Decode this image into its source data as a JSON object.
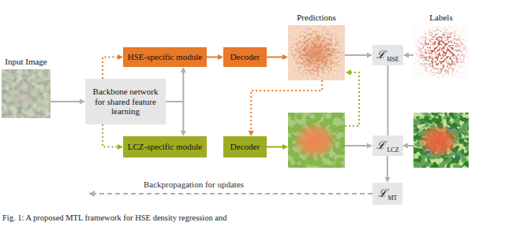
{
  "diagram": {
    "caption": "Fig. 1: A proposed MTL framework for HSE density regression and",
    "nodes": [
      {
        "text": [
          "Input Image"
        ]
      },
      {
        "text": [
          "HSE-specific module"
        ]
      },
      {
        "text": [
          "Decoder"
        ]
      },
      {
        "text": [
          "Predictions"
        ]
      },
      {
        "text": [
          "Labels"
        ]
      },
      {
        "text": [
          "ℒ",
          "HSE"
        ]
      },
      {
        "text": [
          "Backbone network for shared feature learning"
        ]
      },
      {
        "text": [
          "LCZ-specific module"
        ]
      },
      {
        "text": [
          "Decoder"
        ]
      },
      {
        "text": [
          "ℒ",
          "LCZ"
        ]
      },
      {
        "text": [
          "ℒ",
          "MT"
        ]
      }
    ],
    "edges": [
      {
        "from": 0,
        "to": 6,
        "arrow": "to"
      },
      {
        "from": 6,
        "to": 1,
        "arrow": "to"
      },
      {
        "from": 6,
        "to": 7,
        "arrow": "to"
      },
      {
        "from": 6,
        "to": 1,
        "arrow": "to"
      },
      {
        "from": 6,
        "to": 7,
        "arrow": "to"
      },
      {
        "from": 1,
        "to": 2,
        "arrow": "to"
      },
      {
        "from": 2,
        "to": 3,
        "arrow": "to"
      },
      {
        "from": 3,
        "to": 5,
        "arrow": "to"
      },
      {
        "from": 4,
        "to": 5,
        "arrow": "to"
      },
      {
        "from": 3,
        "to": 8,
        "arrow": "to"
      },
      {
        "from": 5,
        "to": 9,
        "arrow": "none"
      },
      {
        "from": 9,
        "to": 10,
        "arrow": "to"
      }
    ],
    "labels": [
      "Backpropagation for updates"
    ]
  }
}
